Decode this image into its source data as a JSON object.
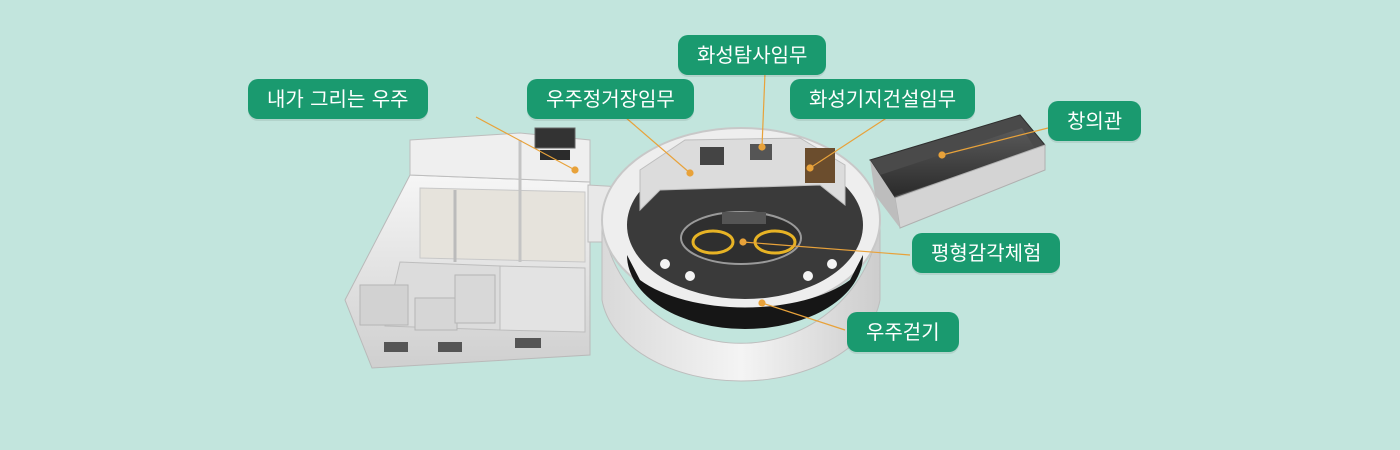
{
  "labels": {
    "my_universe": "내가  그리는 우주",
    "space_station": "우주정거장임무",
    "mars_exploration": "화성탐사임무",
    "mars_base": "화성기지건설임무",
    "creation_hall": "창의관",
    "balance_experience": "평형감각체험",
    "space_walk": "우주걷기"
  },
  "colors": {
    "background": "#c2e5dd",
    "label_fill": "#1a9a6f",
    "label_text": "#ffffff",
    "leader_line": "#e8a23a"
  }
}
